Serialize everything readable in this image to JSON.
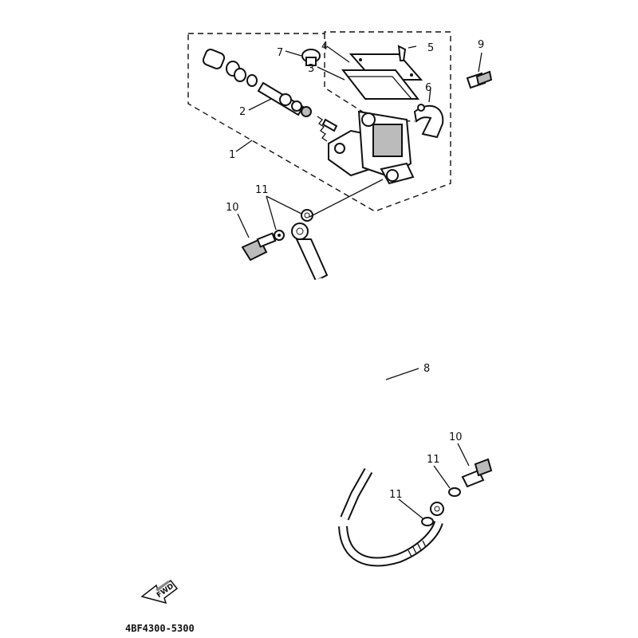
{
  "labels": {
    "p1": "1",
    "p2": "2",
    "p3": "3",
    "p4": "4",
    "p5": "5",
    "p6": "6",
    "p7": "7",
    "p8": "8",
    "p9": "9",
    "p10a": "10",
    "p10b": "10",
    "p11a": "11",
    "p11b": "11",
    "p11c": "11"
  },
  "arrow_text": "FWD",
  "diagram_code": "4BF4300-5300"
}
